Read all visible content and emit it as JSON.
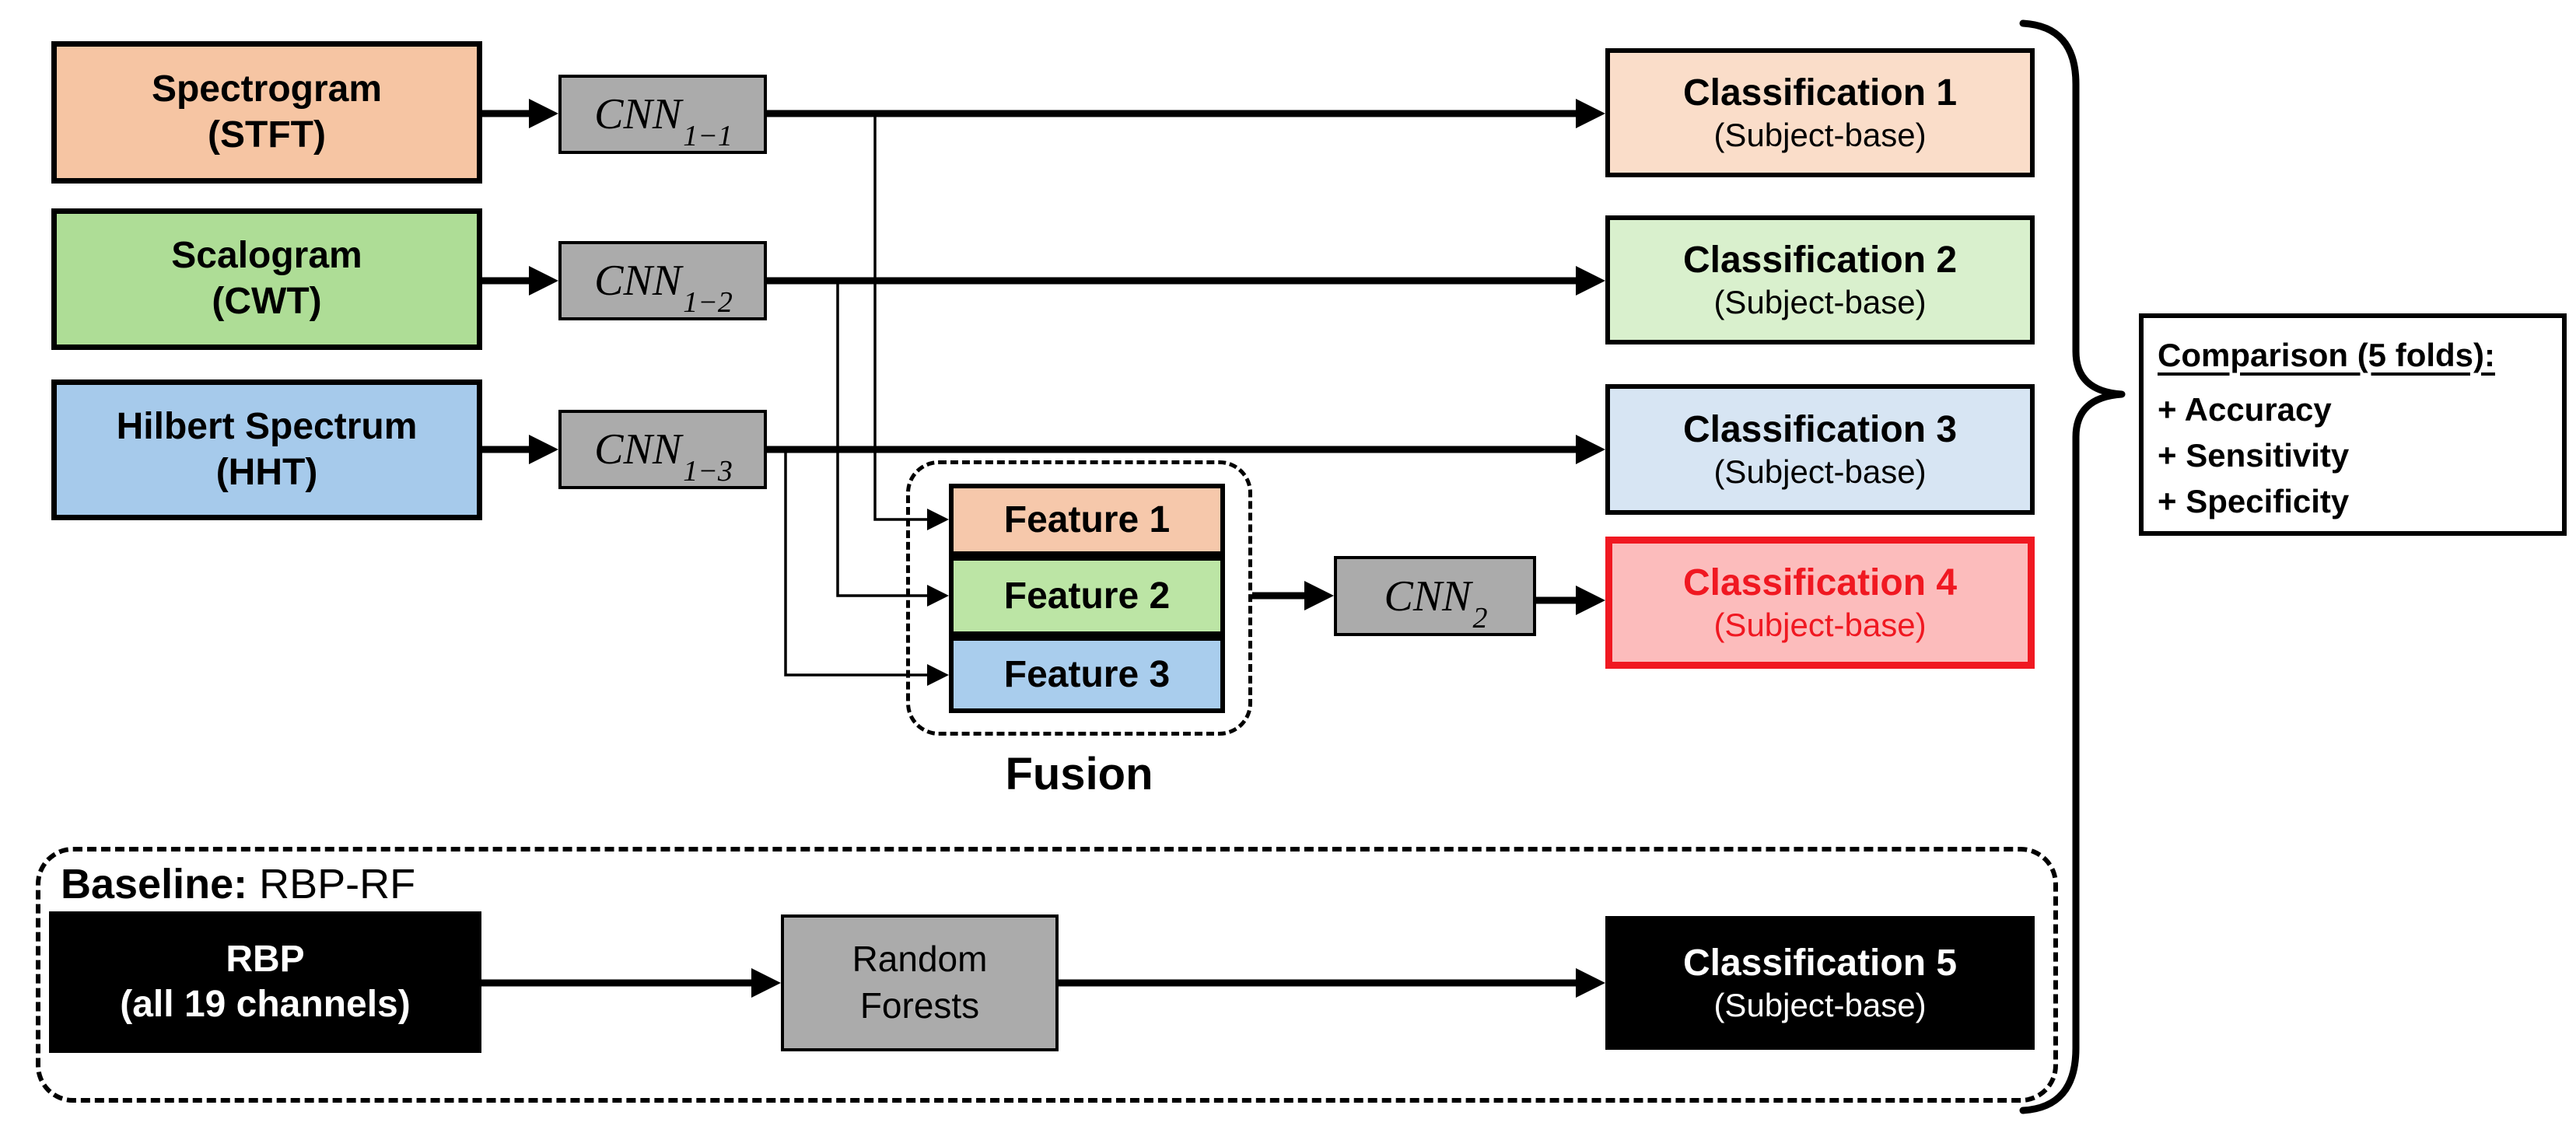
{
  "colors": {
    "peach": "#F6C5A3",
    "green": "#AEDD96",
    "blue": "#A6CAEB",
    "peach_light": "#FADDC9",
    "green_light": "#D9F0CD",
    "blue_light": "#D7E5F3",
    "feature_peach": "#F6C8AB",
    "feature_green": "#BCE5A5",
    "feature_blue": "#A9CDED",
    "gray": "#ABABAB",
    "pink": "#FCBCBC",
    "red": "#F01821",
    "black": "#000000",
    "white": "#FFFFFF"
  },
  "inputs": [
    {
      "line1": "Spectrogram",
      "line2": "(STFT)"
    },
    {
      "line1": "Scalogram",
      "line2": "(CWT)"
    },
    {
      "line1": "Hilbert Spectrum",
      "line2": "(HHT)"
    }
  ],
  "cnns": [
    {
      "base": "CNN",
      "sub": "1−1"
    },
    {
      "base": "CNN",
      "sub": "1−2"
    },
    {
      "base": "CNN",
      "sub": "1−3"
    }
  ],
  "cnn2": {
    "base": "CNN",
    "sub": "2"
  },
  "fusion": {
    "label": "Fusion",
    "features": [
      {
        "label": "Feature 1"
      },
      {
        "label": "Feature 2"
      },
      {
        "label": "Feature 3"
      }
    ]
  },
  "classifications": [
    {
      "line1": "Classification 1",
      "line2": "(Subject-base)"
    },
    {
      "line1": "Classification 2",
      "line2": "(Subject-base)"
    },
    {
      "line1": "Classification 3",
      "line2": "(Subject-base)"
    },
    {
      "line1": "Classification 4",
      "line2": "(Subject-base)"
    },
    {
      "line1": "Classification 5",
      "line2": "(Subject-base)"
    }
  ],
  "comparison": {
    "title": "Comparison (5 folds):",
    "items": [
      "+ Accuracy",
      "+ Sensitivity",
      "+ Specificity"
    ]
  },
  "baseline": {
    "label_bold": "Baseline:",
    "label_rest": " RBP-RF",
    "rbp": {
      "line1": "RBP",
      "line2": "(all 19 channels)"
    },
    "rf": {
      "line1": "Random",
      "line2": "Forests"
    }
  }
}
